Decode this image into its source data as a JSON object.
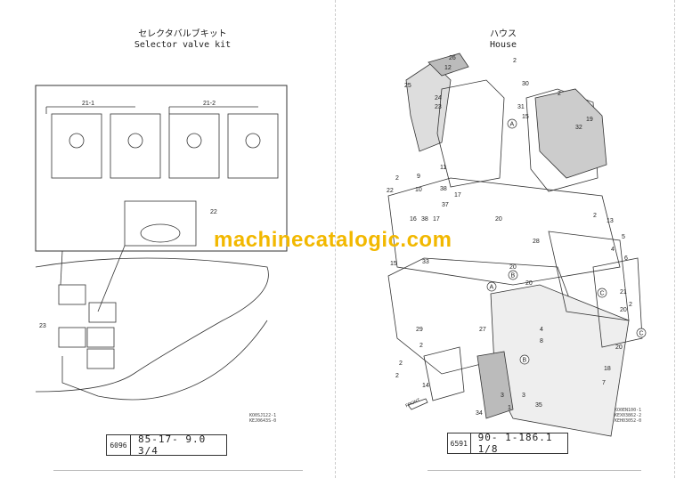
{
  "left_page": {
    "title_jp": "セレクタバルブキット",
    "title_en": "Selector valve kit",
    "callouts": [
      "21-1",
      "21-2",
      "22",
      "23"
    ],
    "refs": [
      "KO0SJ122-1",
      "KEJ0643S-0"
    ],
    "footer": {
      "code": "6096",
      "number": "85-17-  9.0  3/4"
    }
  },
  "right_page": {
    "title_jp": "ハウス",
    "title_en": "House",
    "callouts": [
      "26",
      "12",
      "2",
      "30",
      "25",
      "24",
      "23",
      "31",
      "15",
      "19",
      "32",
      "2",
      "11",
      "2",
      "9",
      "10",
      "22",
      "38",
      "17",
      "37",
      "20",
      "2",
      "13",
      "5",
      "4",
      "6",
      "20",
      "38",
      "17",
      "16",
      "28",
      "15",
      "33",
      "20",
      "20",
      "21",
      "2",
      "27",
      "29",
      "2",
      "20",
      "2",
      "3",
      "14",
      "2",
      "34",
      "1",
      "3",
      "35",
      "8",
      "7",
      "18",
      "4"
    ],
    "markers": [
      "A",
      "A",
      "B",
      "B",
      "C",
      "C"
    ],
    "front_label": "FRONT",
    "refs": [
      "KO0EN100-1",
      "KEX03862-2",
      "KEH03052-0"
    ],
    "footer": {
      "code": "6591",
      "number": "90- 1-186.1  1/8"
    }
  },
  "watermark": "machinecatalogic.com"
}
